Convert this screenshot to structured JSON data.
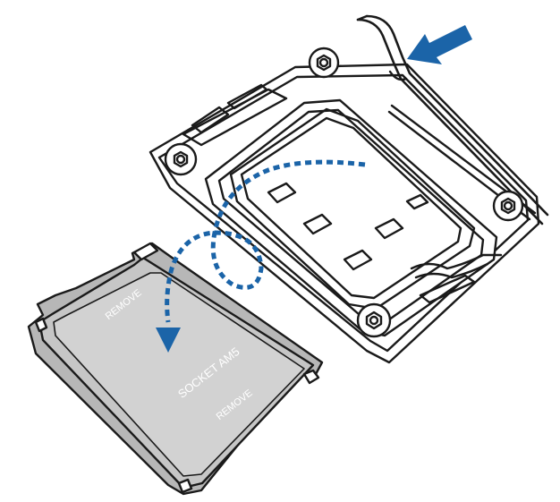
{
  "cover_plate": {
    "label_remove_top": "REMOVE",
    "label_socket": "SOCKET AM5",
    "label_remove_bottom": "REMOVE"
  },
  "colors": {
    "arrow_blue": "#1b64a8",
    "outline": "#1a1a1a",
    "cover_fill": "#b7b7b7",
    "cover_inner": "#d2d2d2",
    "cover_text": "#ffffff",
    "frame_fill": "#ffffff"
  },
  "icons": [
    "push-arrow-icon",
    "curved-dotted-arrow-icon",
    "screw-icon",
    "lever-icon"
  ]
}
